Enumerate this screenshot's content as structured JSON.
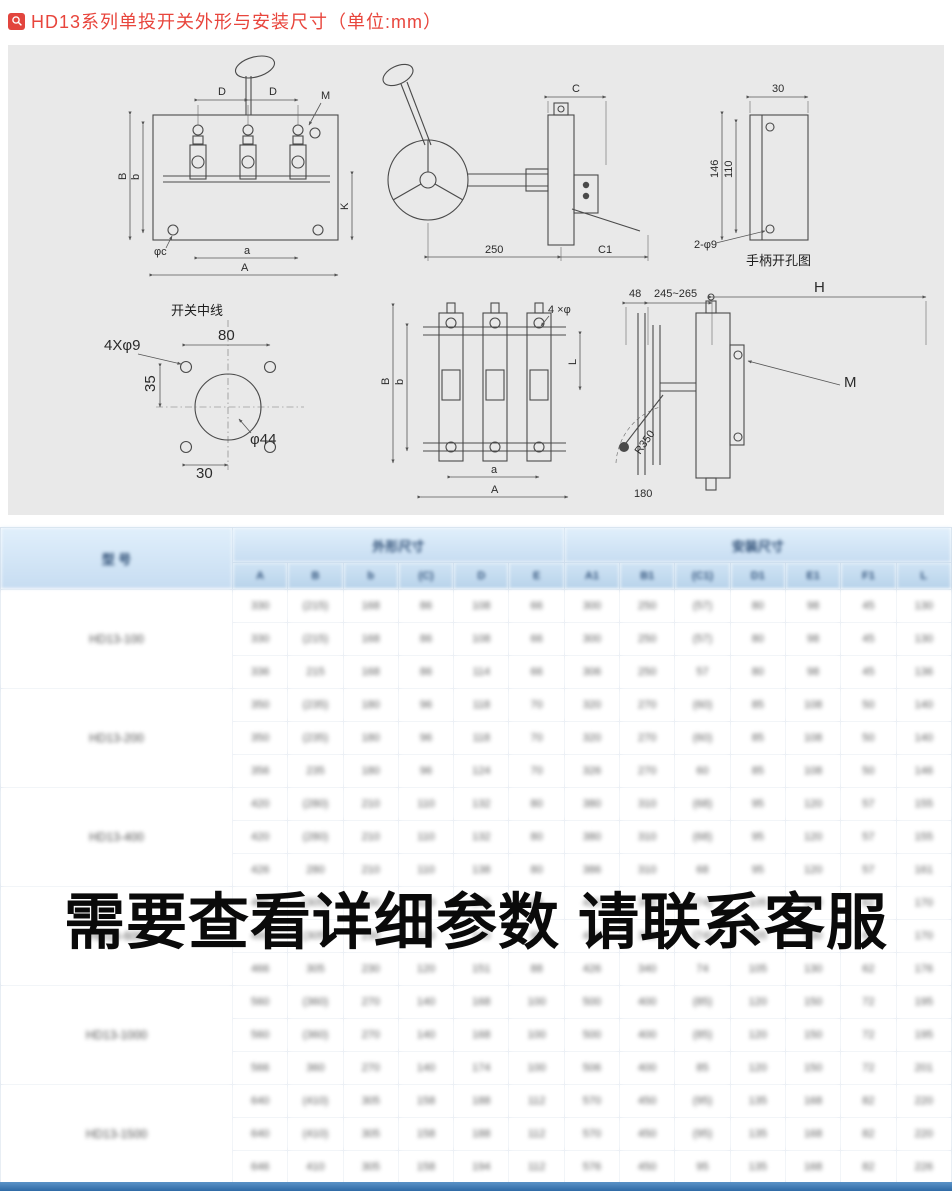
{
  "header": {
    "title": "HD13系列单投开关外形与安装尺寸（单位:mm）",
    "icon": "search-icon"
  },
  "diagram": {
    "labels": {
      "d1_D1": "D",
      "d1_D2": "D",
      "d1_M": "M",
      "d1_B": "B",
      "d1_b": "b",
      "d1_K": "K",
      "d1_phic": "φc",
      "d1_a": "a",
      "d1_A": "A",
      "d2_C": "C",
      "d2_250": "250",
      "d2_C1": "C1",
      "d3_30": "30",
      "d3_146": "146",
      "d3_110": "110",
      "d3_2phi9": "2-φ9",
      "d3_caption": "手柄开孔图",
      "d4_title": "开关中线",
      "d4_4x": "4Xφ9",
      "d4_80": "80",
      "d4_35": "35",
      "d4_30": "30",
      "d4_phi44": "φ44",
      "d5_B": "B",
      "d5_b": "b",
      "d5_a": "a",
      "d5_A": "A",
      "d5_4xphi": "4 ×φ",
      "d5_L": "L",
      "d6_48": "48",
      "d6_245": "245~265",
      "d6_H": "H",
      "d6_R350": "R350",
      "d6_180": "180",
      "d6_M": "M"
    }
  },
  "watermark": "需要查看详细参数 请联系客服",
  "table": {
    "model_header": "型  号",
    "group1": "外形尺寸",
    "group2": "安装尺寸",
    "subheaders1": [
      "A",
      "B",
      "b",
      "(C)",
      "D",
      "E"
    ],
    "subheaders2": [
      "A1",
      "B1",
      "(C1)",
      "D1",
      "E1",
      "F1",
      "L"
    ],
    "groups": [
      {
        "model": "HD13-100",
        "rows": [
          [
            "330",
            "(215)",
            "168",
            "86",
            "108",
            "66",
            "300",
            "250",
            "(57)",
            "80",
            "98",
            "45",
            "130"
          ],
          [
            "330",
            "(215)",
            "168",
            "86",
            "108",
            "66",
            "300",
            "250",
            "(57)",
            "80",
            "98",
            "45",
            "130"
          ],
          [
            "336",
            "215",
            "168",
            "86",
            "114",
            "66",
            "306",
            "250",
            "57",
            "80",
            "98",
            "45",
            "136"
          ]
        ]
      },
      {
        "model": "HD13-200",
        "rows": [
          [
            "350",
            "(235)",
            "180",
            "96",
            "118",
            "70",
            "320",
            "270",
            "(60)",
            "85",
            "108",
            "50",
            "140"
          ],
          [
            "350",
            "(235)",
            "180",
            "96",
            "118",
            "70",
            "320",
            "270",
            "(60)",
            "85",
            "108",
            "50",
            "140"
          ],
          [
            "356",
            "235",
            "180",
            "96",
            "124",
            "70",
            "326",
            "270",
            "60",
            "85",
            "108",
            "50",
            "146"
          ]
        ]
      },
      {
        "model": "HD13-400",
        "rows": [
          [
            "420",
            "(280)",
            "210",
            "110",
            "132",
            "80",
            "380",
            "310",
            "(68)",
            "95",
            "120",
            "57",
            "155"
          ],
          [
            "420",
            "(280)",
            "210",
            "110",
            "132",
            "80",
            "380",
            "310",
            "(68)",
            "95",
            "120",
            "57",
            "155"
          ],
          [
            "426",
            "280",
            "210",
            "110",
            "138",
            "80",
            "386",
            "310",
            "68",
            "95",
            "120",
            "57",
            "161"
          ]
        ]
      },
      {
        "model": "HD13-600",
        "rows": [
          [
            "460",
            "(305)",
            "230",
            "120",
            "145",
            "88",
            "420",
            "340",
            "(74)",
            "105",
            "130",
            "62",
            "170"
          ],
          [
            "460",
            "(305)",
            "230",
            "120",
            "145",
            "88",
            "420",
            "340",
            "(74)",
            "105",
            "130",
            "62",
            "170"
          ],
          [
            "466",
            "305",
            "230",
            "120",
            "151",
            "88",
            "426",
            "340",
            "74",
            "105",
            "130",
            "62",
            "176"
          ]
        ]
      },
      {
        "model": "HD13-1000",
        "rows": [
          [
            "560",
            "(360)",
            "270",
            "140",
            "168",
            "100",
            "500",
            "400",
            "(85)",
            "120",
            "150",
            "72",
            "195"
          ],
          [
            "560",
            "(360)",
            "270",
            "140",
            "168",
            "100",
            "500",
            "400",
            "(85)",
            "120",
            "150",
            "72",
            "195"
          ],
          [
            "566",
            "360",
            "270",
            "140",
            "174",
            "100",
            "506",
            "400",
            "85",
            "120",
            "150",
            "72",
            "201"
          ]
        ]
      },
      {
        "model": "HD13-1500",
        "rows": [
          [
            "640",
            "(410)",
            "305",
            "158",
            "188",
            "112",
            "570",
            "450",
            "(95)",
            "135",
            "168",
            "82",
            "220"
          ],
          [
            "640",
            "(410)",
            "305",
            "158",
            "188",
            "112",
            "570",
            "450",
            "(95)",
            "135",
            "168",
            "82",
            "220"
          ],
          [
            "646",
            "410",
            "305",
            "158",
            "194",
            "112",
            "576",
            "450",
            "95",
            "135",
            "168",
            "82",
            "226"
          ]
        ]
      }
    ]
  }
}
